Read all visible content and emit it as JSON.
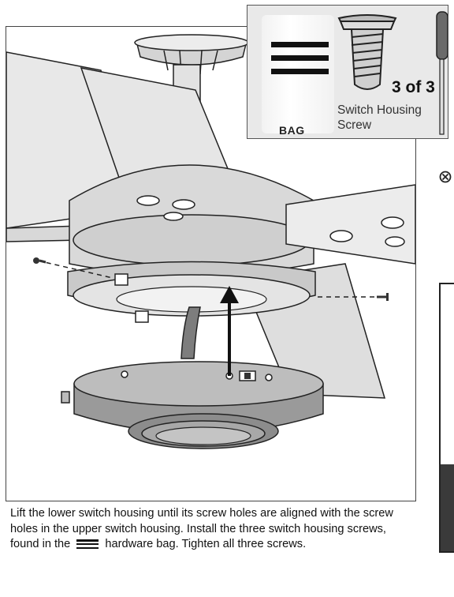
{
  "inset": {
    "bag_label": "BAG",
    "count": "3 of 3",
    "part_name_line1": "Switch Housing",
    "part_name_line2": "Screw"
  },
  "instruction": {
    "text_before_icon": "Lift the lower switch housing until its screw holes are aligned with the screw holes in the upper switch housing. Install the three switch housing screws, found in the",
    "text_after_icon": "hardware bag. Tighten all three screws."
  },
  "icons": [
    "screw-icon",
    "screwdriver-icon",
    "hardware-bag-icon",
    "remove-x-icon",
    "up-arrow-icon"
  ],
  "colors": {
    "line": "#222222",
    "fill_light": "#e6e6e6",
    "fill_mid": "#bdbdbd",
    "fill_dark": "#7a7a7a"
  }
}
